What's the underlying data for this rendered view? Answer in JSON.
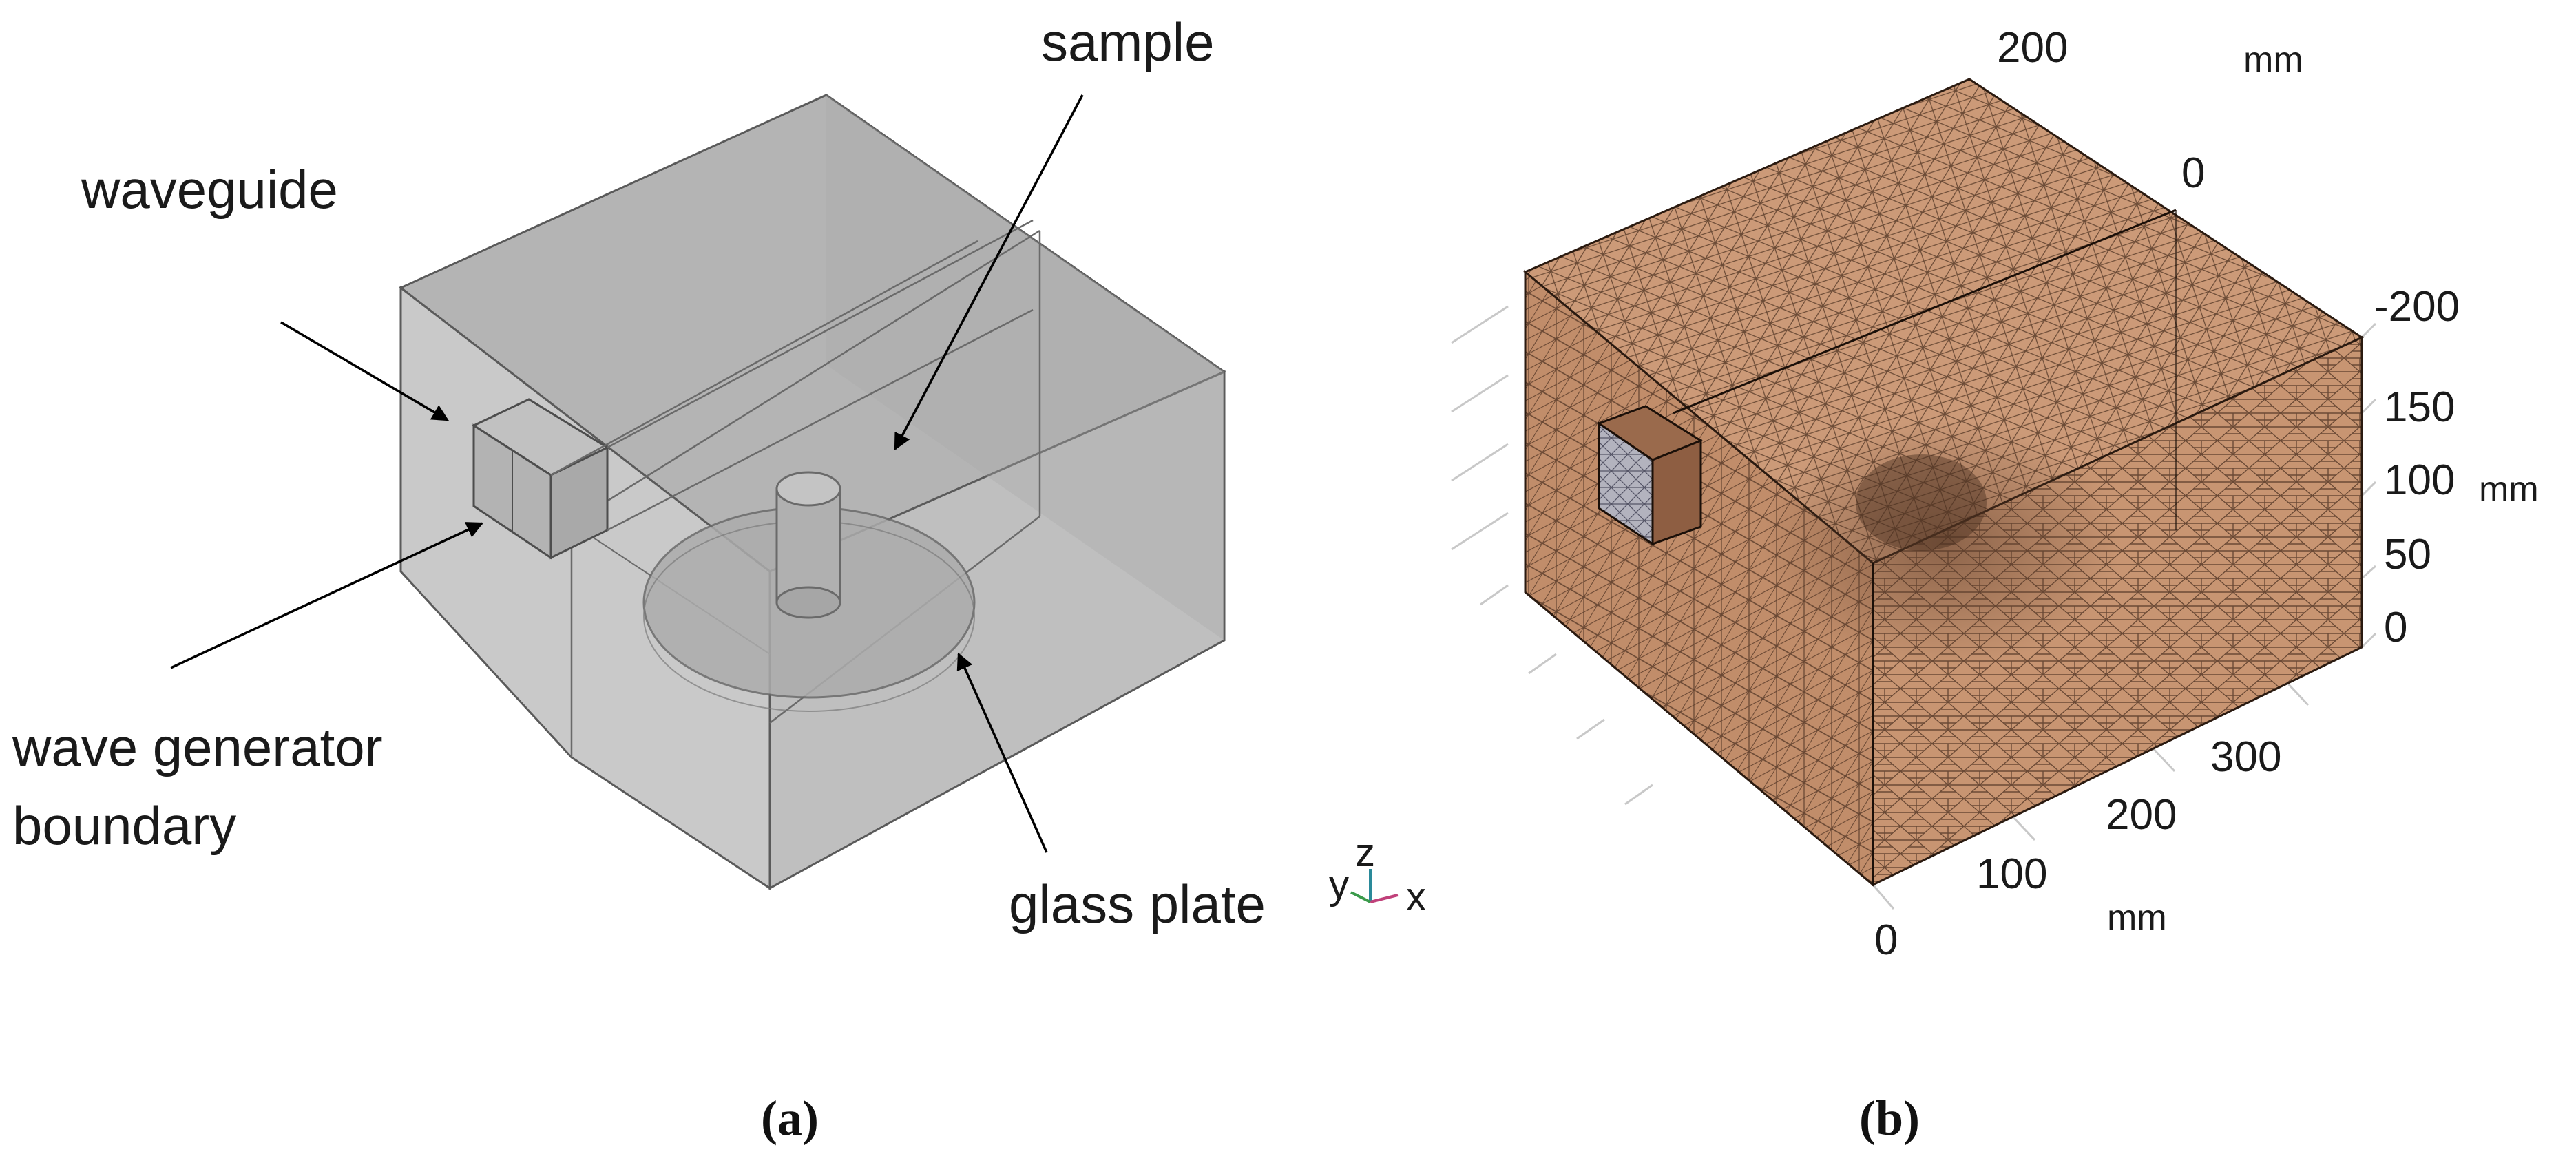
{
  "panel_a": {
    "labels": {
      "waveguide": "waveguide",
      "sample": "sample",
      "wave_generator_line1": "wave generator",
      "wave_generator_line2": "boundary",
      "glass_plate": "glass plate"
    },
    "triad": {
      "y": "y",
      "z": "z",
      "x": "x"
    },
    "caption": "(a)"
  },
  "panel_b": {
    "axis_unit": "mm",
    "y_ticks": [
      "200",
      "0",
      "-200"
    ],
    "z_ticks": [
      "150",
      "100",
      "50",
      "0"
    ],
    "x_ticks": [
      "300",
      "200",
      "100",
      "0"
    ],
    "caption": "(b)"
  },
  "colors": {
    "housing_fill": "#b8b8b8",
    "housing_edge": "#5a5a5a",
    "mesh_fill": "#c89572",
    "mesh_line": "#4a3020",
    "port_fill": "#b3b3be"
  }
}
